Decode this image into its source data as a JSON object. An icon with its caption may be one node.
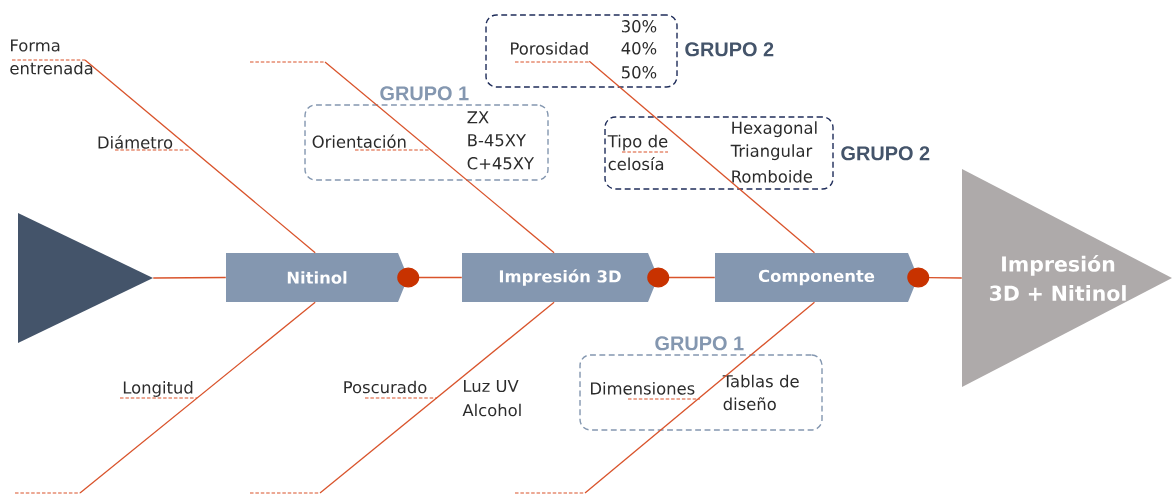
{
  "diagram": {
    "nodes": [
      {
        "text": [],
        "shape": "triangle"
      },
      {
        "text": [
          "Nitinol"
        ]
      },
      {
        "text": [
          "Impresión 3D"
        ]
      },
      {
        "text": [
          "Componente"
        ]
      },
      {
        "text": [
          "Impresión 3D + Nitinol"
        ]
      },
      {
        "text": [
          "Forma entrenada"
        ]
      },
      {
        "text": [
          "Diámetro"
        ]
      },
      {
        "text": [
          "GRUPO 1",
          "ZX",
          "B-45XY",
          "C+45XY"
        ]
      },
      {
        "text": [
          "Orientación"
        ],
        "in": 7
      },
      {
        "text": [
          "GRUPO 2",
          "30%",
          "40%",
          "50%"
        ]
      },
      {
        "text": [
          "Porosidad"
        ],
        "in": 9
      },
      {
        "text": [
          "GRUPO 2",
          "Hexagonal",
          "Triangular",
          "Romboide"
        ]
      },
      {
        "text": [
          "Tipo de celosía"
        ],
        "in": 11
      },
      {
        "text": [
          "Longitud"
        ]
      },
      {
        "text": [
          "Poscurado",
          "Luz UV",
          "Alcohol"
        ]
      },
      {
        "text": [
          "GRUPO 1",
          "Tablas de diseño"
        ]
      },
      {
        "text": [
          "Dimensiones"
        ],
        "in": 15
      }
    ],
    "edges": [
      {
        "from": 5,
        "to": 1,
        "arrow": "none"
      },
      {
        "from": null,
        "to": 2,
        "arrow": "none"
      },
      {
        "from": 10,
        "to": 3,
        "arrow": "none"
      },
      {
        "from": null,
        "to": 1,
        "arrow": "none"
      },
      {
        "from": null,
        "to": 2,
        "arrow": "none"
      },
      {
        "from": null,
        "to": 3,
        "arrow": "none"
      },
      {
        "from": 0,
        "to": 1,
        "arrow": "none"
      },
      {
        "from": 1,
        "to": 2,
        "arrow": "other"
      },
      {
        "from": 2,
        "to": 3,
        "arrow": "other"
      },
      {
        "from": 3,
        "to": 4,
        "arrow": "other"
      }
    ]
  }
}
